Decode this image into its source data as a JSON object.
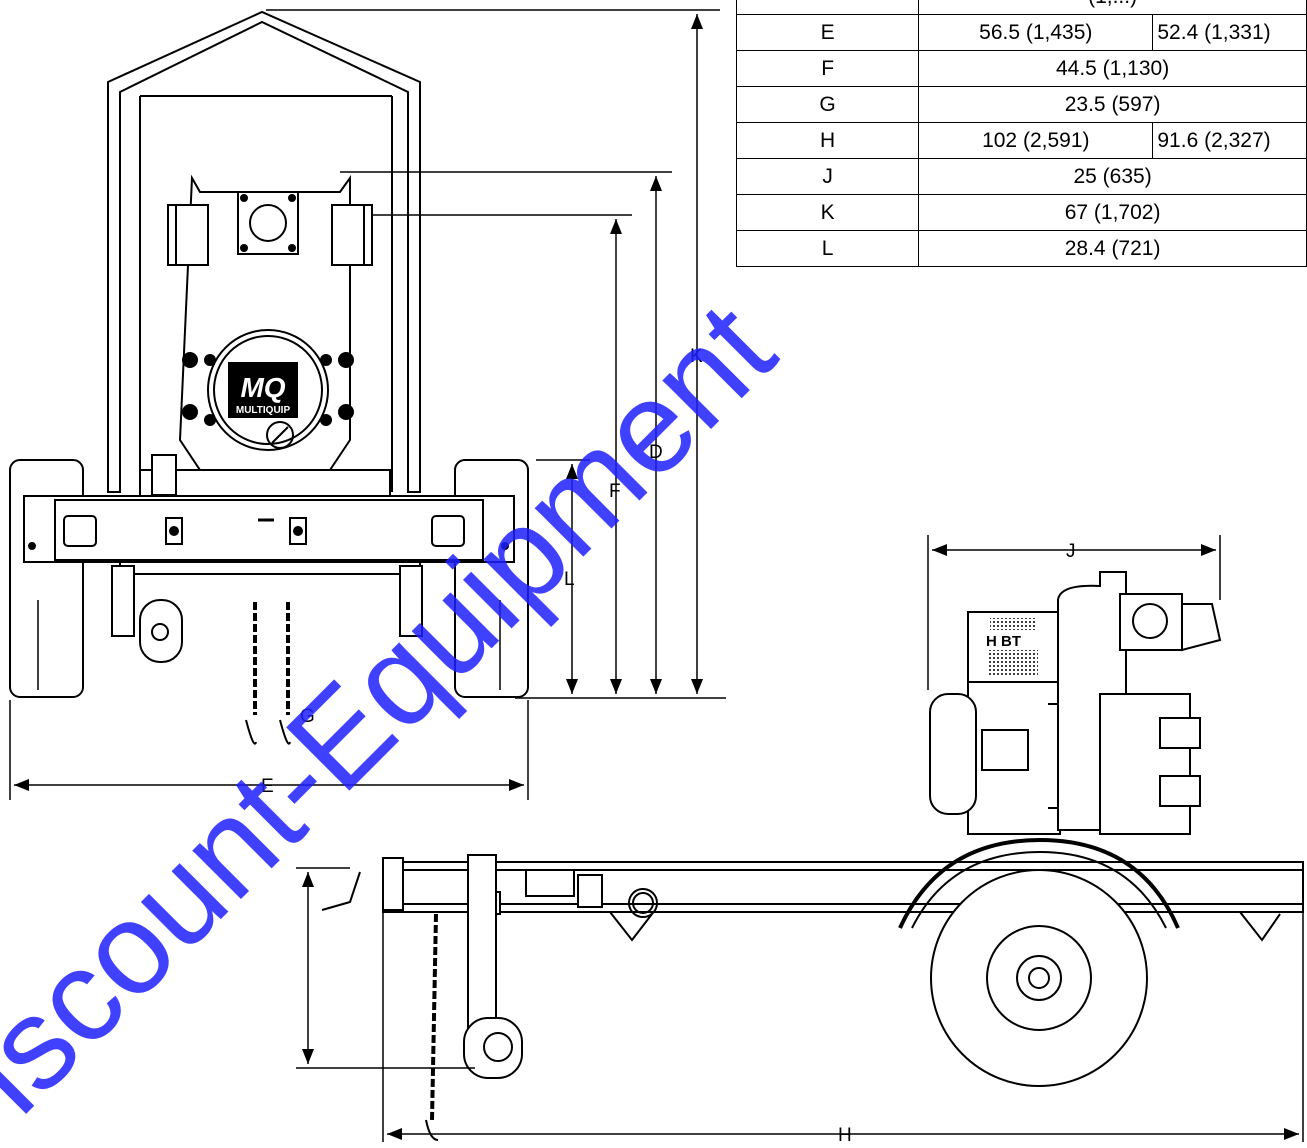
{
  "dimension_table": {
    "rows": [
      {
        "label": "",
        "values": [
          "(1,...)"
        ]
      },
      {
        "label": "E",
        "values": [
          "56.5 (1,435)",
          "52.4 (1,331)"
        ]
      },
      {
        "label": "F",
        "values": [
          "44.5 (1,130)"
        ]
      },
      {
        "label": "G",
        "values": [
          "23.5 (597)"
        ]
      },
      {
        "label": "H",
        "values": [
          "102 (2,591)",
          "91.6 (2,327)"
        ]
      },
      {
        "label": "J",
        "values": [
          "25 (635)"
        ]
      },
      {
        "label": "K",
        "values": [
          "67 (1,702)"
        ]
      },
      {
        "label": "L",
        "values": [
          "28.4 (721)"
        ]
      }
    ]
  },
  "dimension_labels": {
    "d": "D",
    "e": "E",
    "f": "F",
    "g": "G",
    "h": "H",
    "j": "J",
    "k": "K",
    "l": "L"
  },
  "logo": {
    "mark": "MQ",
    "name": "MULTIQUIP"
  },
  "engine_plate": "H BT",
  "watermark": "iscount-Equipment"
}
